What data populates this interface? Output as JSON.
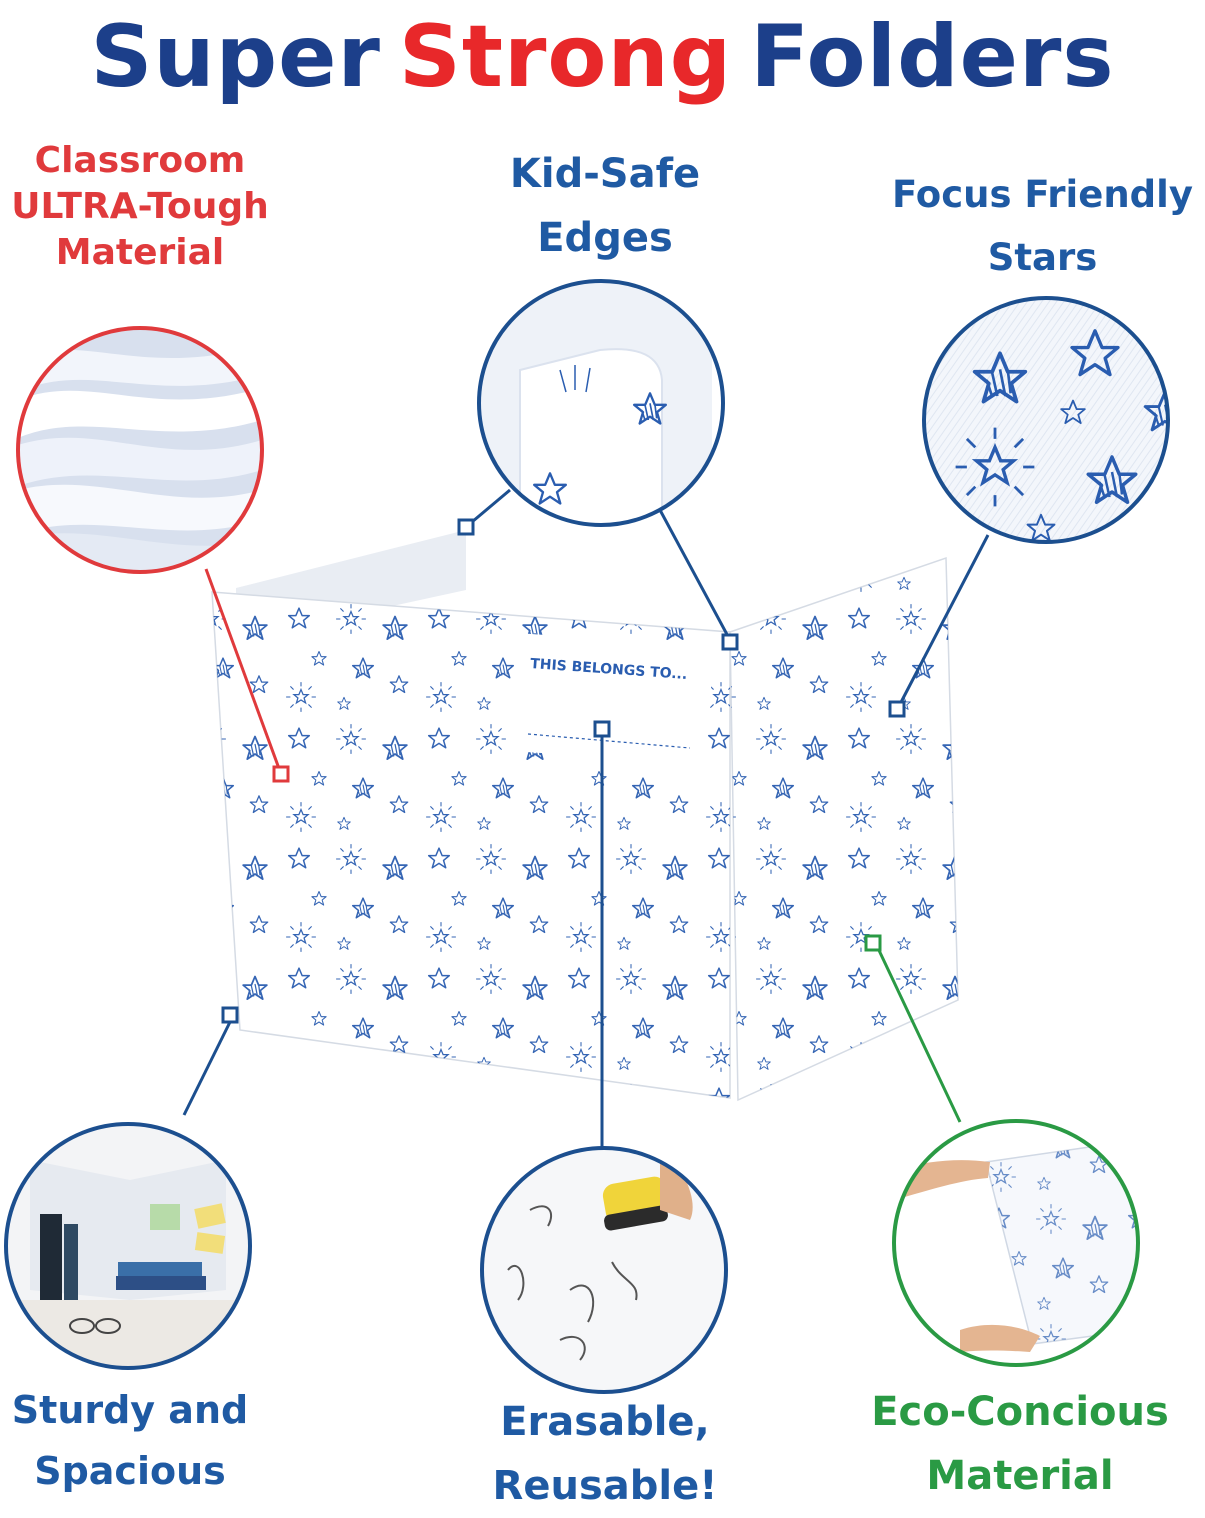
{
  "headline": {
    "word1": "Super",
    "word2": "Strong",
    "word3": "Folders"
  },
  "features": {
    "material": {
      "line1": "Classroom",
      "line2": "ULTRA-Tough",
      "line3": "Material"
    },
    "edges": {
      "line1": "Kid-Safe",
      "line2": "Edges"
    },
    "stars": {
      "line1": "Focus Friendly",
      "line2": "Stars"
    },
    "sturdy": {
      "line1": "Sturdy and",
      "line2": "Spacious"
    },
    "erasable": {
      "line1": "Erasable,",
      "line2": "Reusable!"
    },
    "eco": {
      "line1": "Eco-Concious",
      "line2": "Material"
    }
  },
  "folder": {
    "tag": "THIS BELONGS TO..."
  },
  "colors": {
    "navy": "#1c3f8a",
    "red": "#e8282a",
    "blue": "#1f5aa3",
    "green": "#2a9a44",
    "star_blue": "#2a5db0"
  }
}
